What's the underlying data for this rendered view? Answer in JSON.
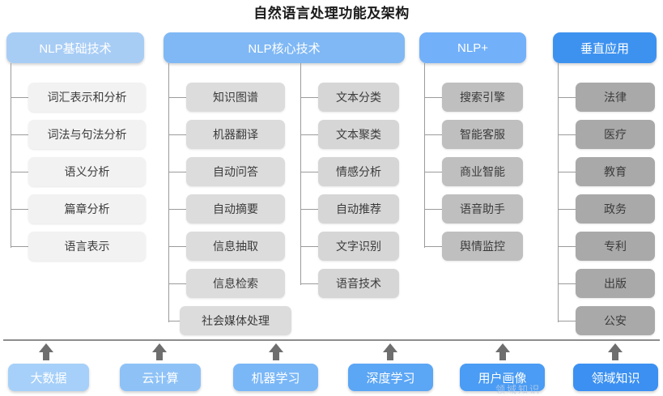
{
  "title": "自然语言处理功能及架构",
  "colors": {
    "header_col1": "#a8cdf5",
    "header_col2": "#7fb8f5",
    "header_col3": "#72b0fa",
    "header_col4": "#3d92f0",
    "item_col1": "#f2f2f2",
    "item_col2a": "#dcdcdc",
    "item_col2b": "#d6d6d6",
    "item_col3": "#bfbfbf",
    "item_col4": "#a9a9a9",
    "connector": "#9b9b9b",
    "arrow": "#6e6e6e",
    "divider": "#8d8d8d",
    "title_color": "#1a1a1a"
  },
  "columns": [
    {
      "id": "nlp-basic",
      "header": "NLP基础技术",
      "items": [
        "词汇表示和分析",
        "词法与句法分析",
        "语义分析",
        "篇章分析",
        "语言表示"
      ]
    },
    {
      "id": "nlp-core-a",
      "header": "NLP核心技术",
      "items": [
        "知识图谱",
        "机器翻译",
        "自动问答",
        "自动摘要",
        "信息抽取",
        "信息检索",
        "社会媒体处理"
      ]
    },
    {
      "id": "nlp-core-b",
      "header": "",
      "items": [
        "文本分类",
        "文本聚类",
        "情感分析",
        "自动推荐",
        "文字识别",
        "语音技术"
      ]
    },
    {
      "id": "nlp-plus",
      "header": "NLP+",
      "items": [
        "搜索引擎",
        "智能客服",
        "商业智能",
        "语音助手",
        "舆情监控"
      ]
    },
    {
      "id": "vertical-app",
      "header": "垂直应用",
      "items": [
        "法律",
        "医疗",
        "教育",
        "政务",
        "专利",
        "出版",
        "公安"
      ]
    }
  ],
  "foundation": {
    "items": [
      "大数据",
      "云计算",
      "机器学习",
      "深度学习",
      "用户画像",
      "领域知识"
    ],
    "colors": [
      "#a6d0f9",
      "#8ec2f7",
      "#7ab7f7",
      "#5ba6f5",
      "#4a9cf4",
      "#3b90f2"
    ],
    "arrow_count": 6
  },
  "watermark": "领域知识"
}
